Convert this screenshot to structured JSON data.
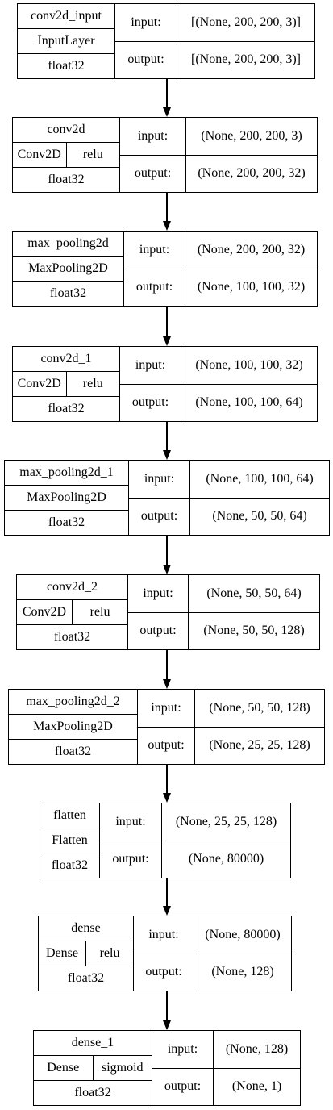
{
  "labels": {
    "input": "input:",
    "output": "output:"
  },
  "layers": [
    {
      "name": "conv2d_input",
      "type": "InputLayer",
      "activation": "",
      "dtype": "float32",
      "input": "[(None, 200, 200, 3)]",
      "output": "[(None, 200, 200, 3)]"
    },
    {
      "name": "conv2d",
      "type": "Conv2D",
      "activation": "relu",
      "dtype": "float32",
      "input": "(None, 200, 200, 3)",
      "output": "(None, 200, 200, 32)"
    },
    {
      "name": "max_pooling2d",
      "type": "MaxPooling2D",
      "activation": "",
      "dtype": "float32",
      "input": "(None, 200, 200, 32)",
      "output": "(None, 100, 100, 32)"
    },
    {
      "name": "conv2d_1",
      "type": "Conv2D",
      "activation": "relu",
      "dtype": "float32",
      "input": "(None, 100, 100, 32)",
      "output": "(None, 100, 100, 64)"
    },
    {
      "name": "max_pooling2d_1",
      "type": "MaxPooling2D",
      "activation": "",
      "dtype": "float32",
      "input": "(None, 100, 100, 64)",
      "output": "(None, 50, 50, 64)"
    },
    {
      "name": "conv2d_2",
      "type": "Conv2D",
      "activation": "relu",
      "dtype": "float32",
      "input": "(None, 50, 50, 64)",
      "output": "(None, 50, 50, 128)"
    },
    {
      "name": "max_pooling2d_2",
      "type": "MaxPooling2D",
      "activation": "",
      "dtype": "float32",
      "input": "(None, 50, 50, 128)",
      "output": "(None, 25, 25, 128)"
    },
    {
      "name": "flatten",
      "type": "Flatten",
      "activation": "",
      "dtype": "float32",
      "input": "(None, 25, 25, 128)",
      "output": "(None, 80000)"
    },
    {
      "name": "dense",
      "type": "Dense",
      "activation": "relu",
      "dtype": "float32",
      "input": "(None, 80000)",
      "output": "(None, 128)"
    },
    {
      "name": "dense_1",
      "type": "Dense",
      "activation": "sigmoid",
      "dtype": "float32",
      "input": "(None, 128)",
      "output": "(None, 1)"
    }
  ]
}
